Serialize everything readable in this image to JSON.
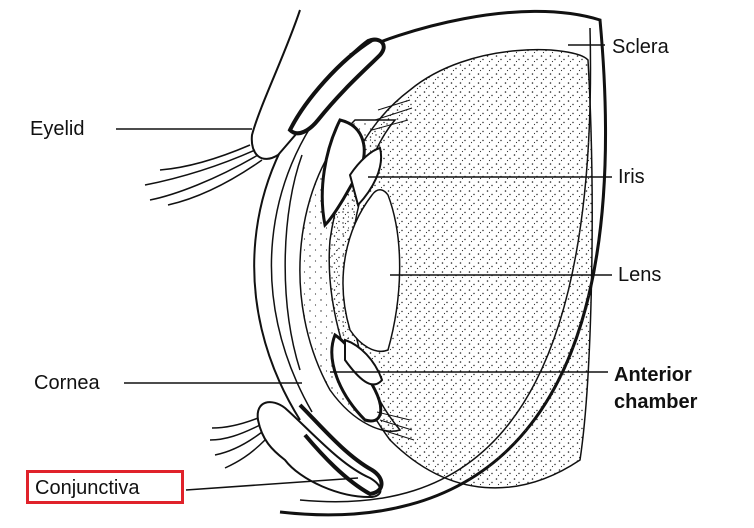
{
  "labels": {
    "sclera": "Sclera",
    "eyelid": "Eyelid",
    "iris": "Iris",
    "lens": "Lens",
    "anterior_line1": "Anterior",
    "anterior_line2": "chamber",
    "cornea": "Cornea",
    "conjunctiva": "Conjunctiva"
  },
  "highlight": {
    "label": "conjunctiva",
    "color": "#e0222a"
  }
}
